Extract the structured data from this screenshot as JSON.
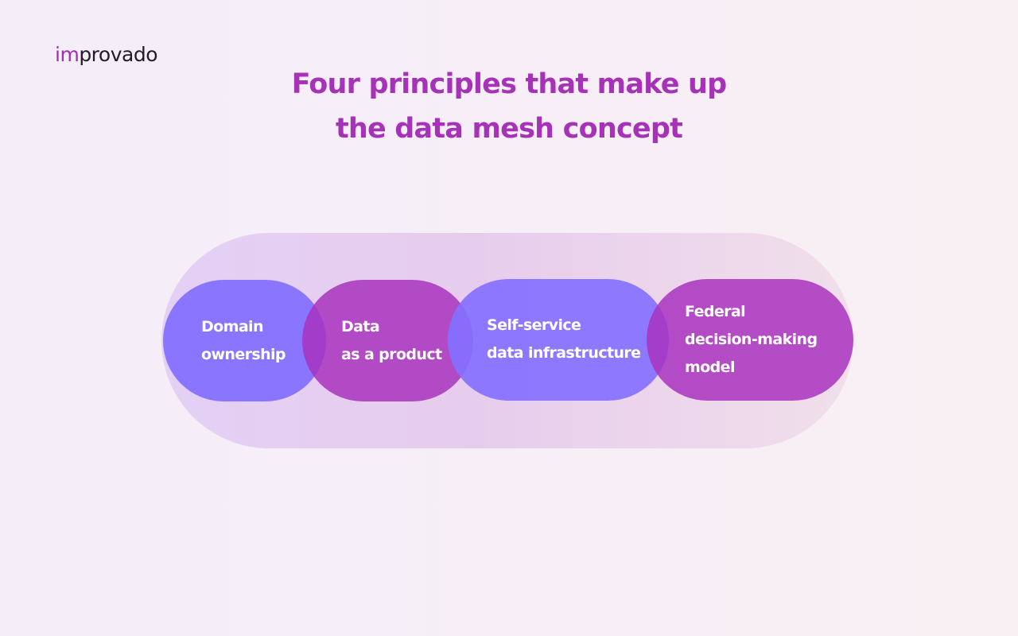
{
  "logo": {
    "part1": "im",
    "part2": "provado"
  },
  "title": {
    "line1": "Four principles that make up",
    "line2": "the data mesh concept"
  },
  "principles": [
    {
      "line1": "Domain",
      "line2": "ownership"
    },
    {
      "line1": "Data",
      "line2": "as a product"
    },
    {
      "line1": "Self-service",
      "line2": "data infrastructure"
    },
    {
      "line1": "Federal",
      "line2": "decision-making",
      "line3": "model"
    }
  ],
  "colors": {
    "brand_purple": "#a632b8",
    "violet_pill": "#8470ff",
    "magenta_pill": "#a832be",
    "logo_dark": "#231a2c"
  }
}
